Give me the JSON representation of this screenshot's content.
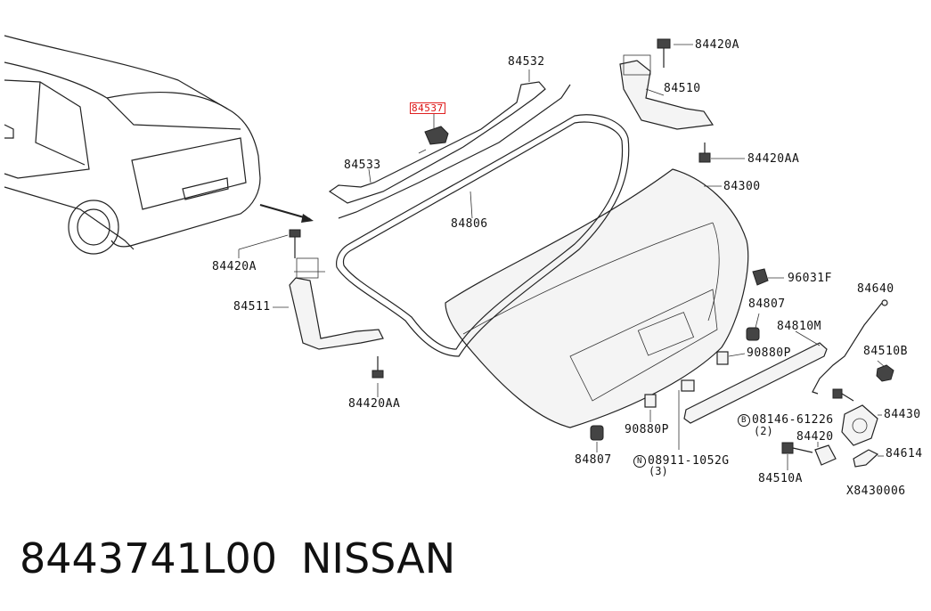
{
  "diagram": {
    "ref_code": "X8430006",
    "callouts": [
      {
        "id": "c84420A_top",
        "text": "84420A"
      },
      {
        "id": "c84532",
        "text": "84532"
      },
      {
        "id": "c84537",
        "text": "84537"
      },
      {
        "id": "c84510",
        "text": "84510"
      },
      {
        "id": "c84533",
        "text": "84533"
      },
      {
        "id": "c84420AA_top",
        "text": "84420AA"
      },
      {
        "id": "c84300",
        "text": "84300"
      },
      {
        "id": "c84806",
        "text": "84806"
      },
      {
        "id": "c84420A_left",
        "text": "84420A"
      },
      {
        "id": "c96031F",
        "text": "96031F"
      },
      {
        "id": "c84511",
        "text": "84511"
      },
      {
        "id": "c84640",
        "text": "84640"
      },
      {
        "id": "c84807_right",
        "text": "84807"
      },
      {
        "id": "c84810M",
        "text": "84810M"
      },
      {
        "id": "c84510B",
        "text": "84510B"
      },
      {
        "id": "c90880P_right",
        "text": "90880P"
      },
      {
        "id": "c84420AA_left",
        "text": "84420AA"
      },
      {
        "id": "c84430",
        "text": "84430"
      },
      {
        "id": "c08146",
        "text": "08146-61226"
      },
      {
        "id": "c90880P_left",
        "text": "90880P"
      },
      {
        "id": "c84420",
        "text": "84420"
      },
      {
        "id": "c84807_left",
        "text": "84807"
      },
      {
        "id": "c84614",
        "text": "84614"
      },
      {
        "id": "c08911",
        "text": "08911-1052G"
      },
      {
        "id": "c84510A",
        "text": "84510A"
      }
    ],
    "qty_08146": "(2)",
    "qty_08911": "(3)",
    "symbol_B": "B",
    "symbol_N": "N",
    "highlight_color": "#e02020"
  },
  "footer": {
    "part_number": "8443741L00",
    "brand": "NISSAN"
  }
}
